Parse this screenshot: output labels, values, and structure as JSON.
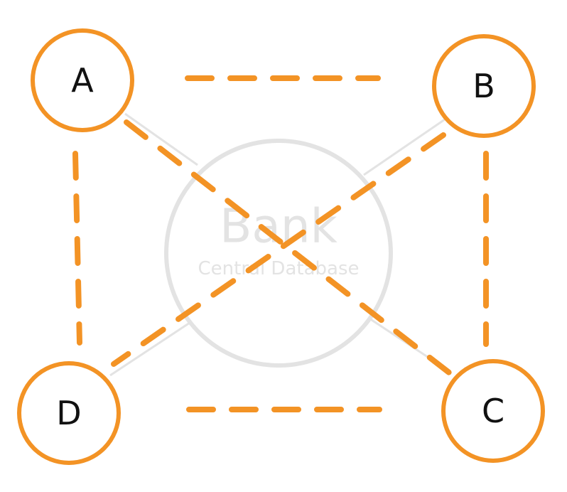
{
  "colors": {
    "accent": "#f39325",
    "hub": "#e3e3e3",
    "hub_text": "#e3e3e3",
    "node_text": "#111111"
  },
  "hub": {
    "title": "Bank",
    "subtitle": "Central Database"
  },
  "nodes": [
    {
      "id": "A",
      "label": "A"
    },
    {
      "id": "B",
      "label": "B"
    },
    {
      "id": "C",
      "label": "C"
    },
    {
      "id": "D",
      "label": "D"
    }
  ],
  "links": {
    "hub_connections": [
      {
        "from": "A",
        "to": "hub"
      },
      {
        "from": "B",
        "to": "hub"
      },
      {
        "from": "C",
        "to": "hub"
      },
      {
        "from": "D",
        "to": "hub"
      }
    ],
    "peer_connections": [
      {
        "from": "A",
        "to": "B"
      },
      {
        "from": "B",
        "to": "C"
      },
      {
        "from": "C",
        "to": "D"
      },
      {
        "from": "D",
        "to": "A"
      },
      {
        "from": "A",
        "to": "C"
      },
      {
        "from": "B",
        "to": "D"
      }
    ]
  }
}
